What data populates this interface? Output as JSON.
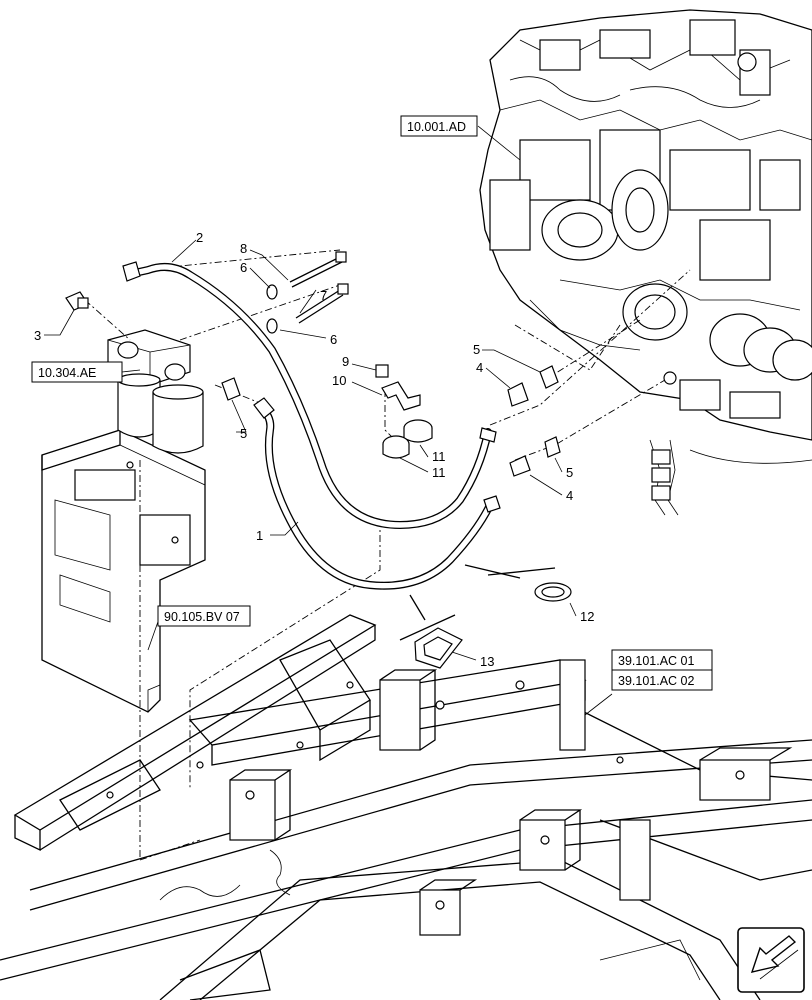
{
  "callouts": {
    "c1": "1",
    "c2": "2",
    "c3": "3",
    "c4a": "4",
    "c4b": "4",
    "c5a": "5",
    "c5b": "5",
    "c5c": "5",
    "c6a": "6",
    "c6b": "6",
    "c7": "7",
    "c8": "8",
    "c9": "9",
    "c10": "10",
    "c11a": "11",
    "c11b": "11",
    "c12": "12",
    "c13": "13"
  },
  "references": {
    "engine": "10.001.AD",
    "filter": "10.304.AE",
    "panel": "90.105.BV 07",
    "frame_1": "39.101.AC 01",
    "frame_2": "39.101.AC 02"
  },
  "nav_icon": "arrow-down-left-icon"
}
